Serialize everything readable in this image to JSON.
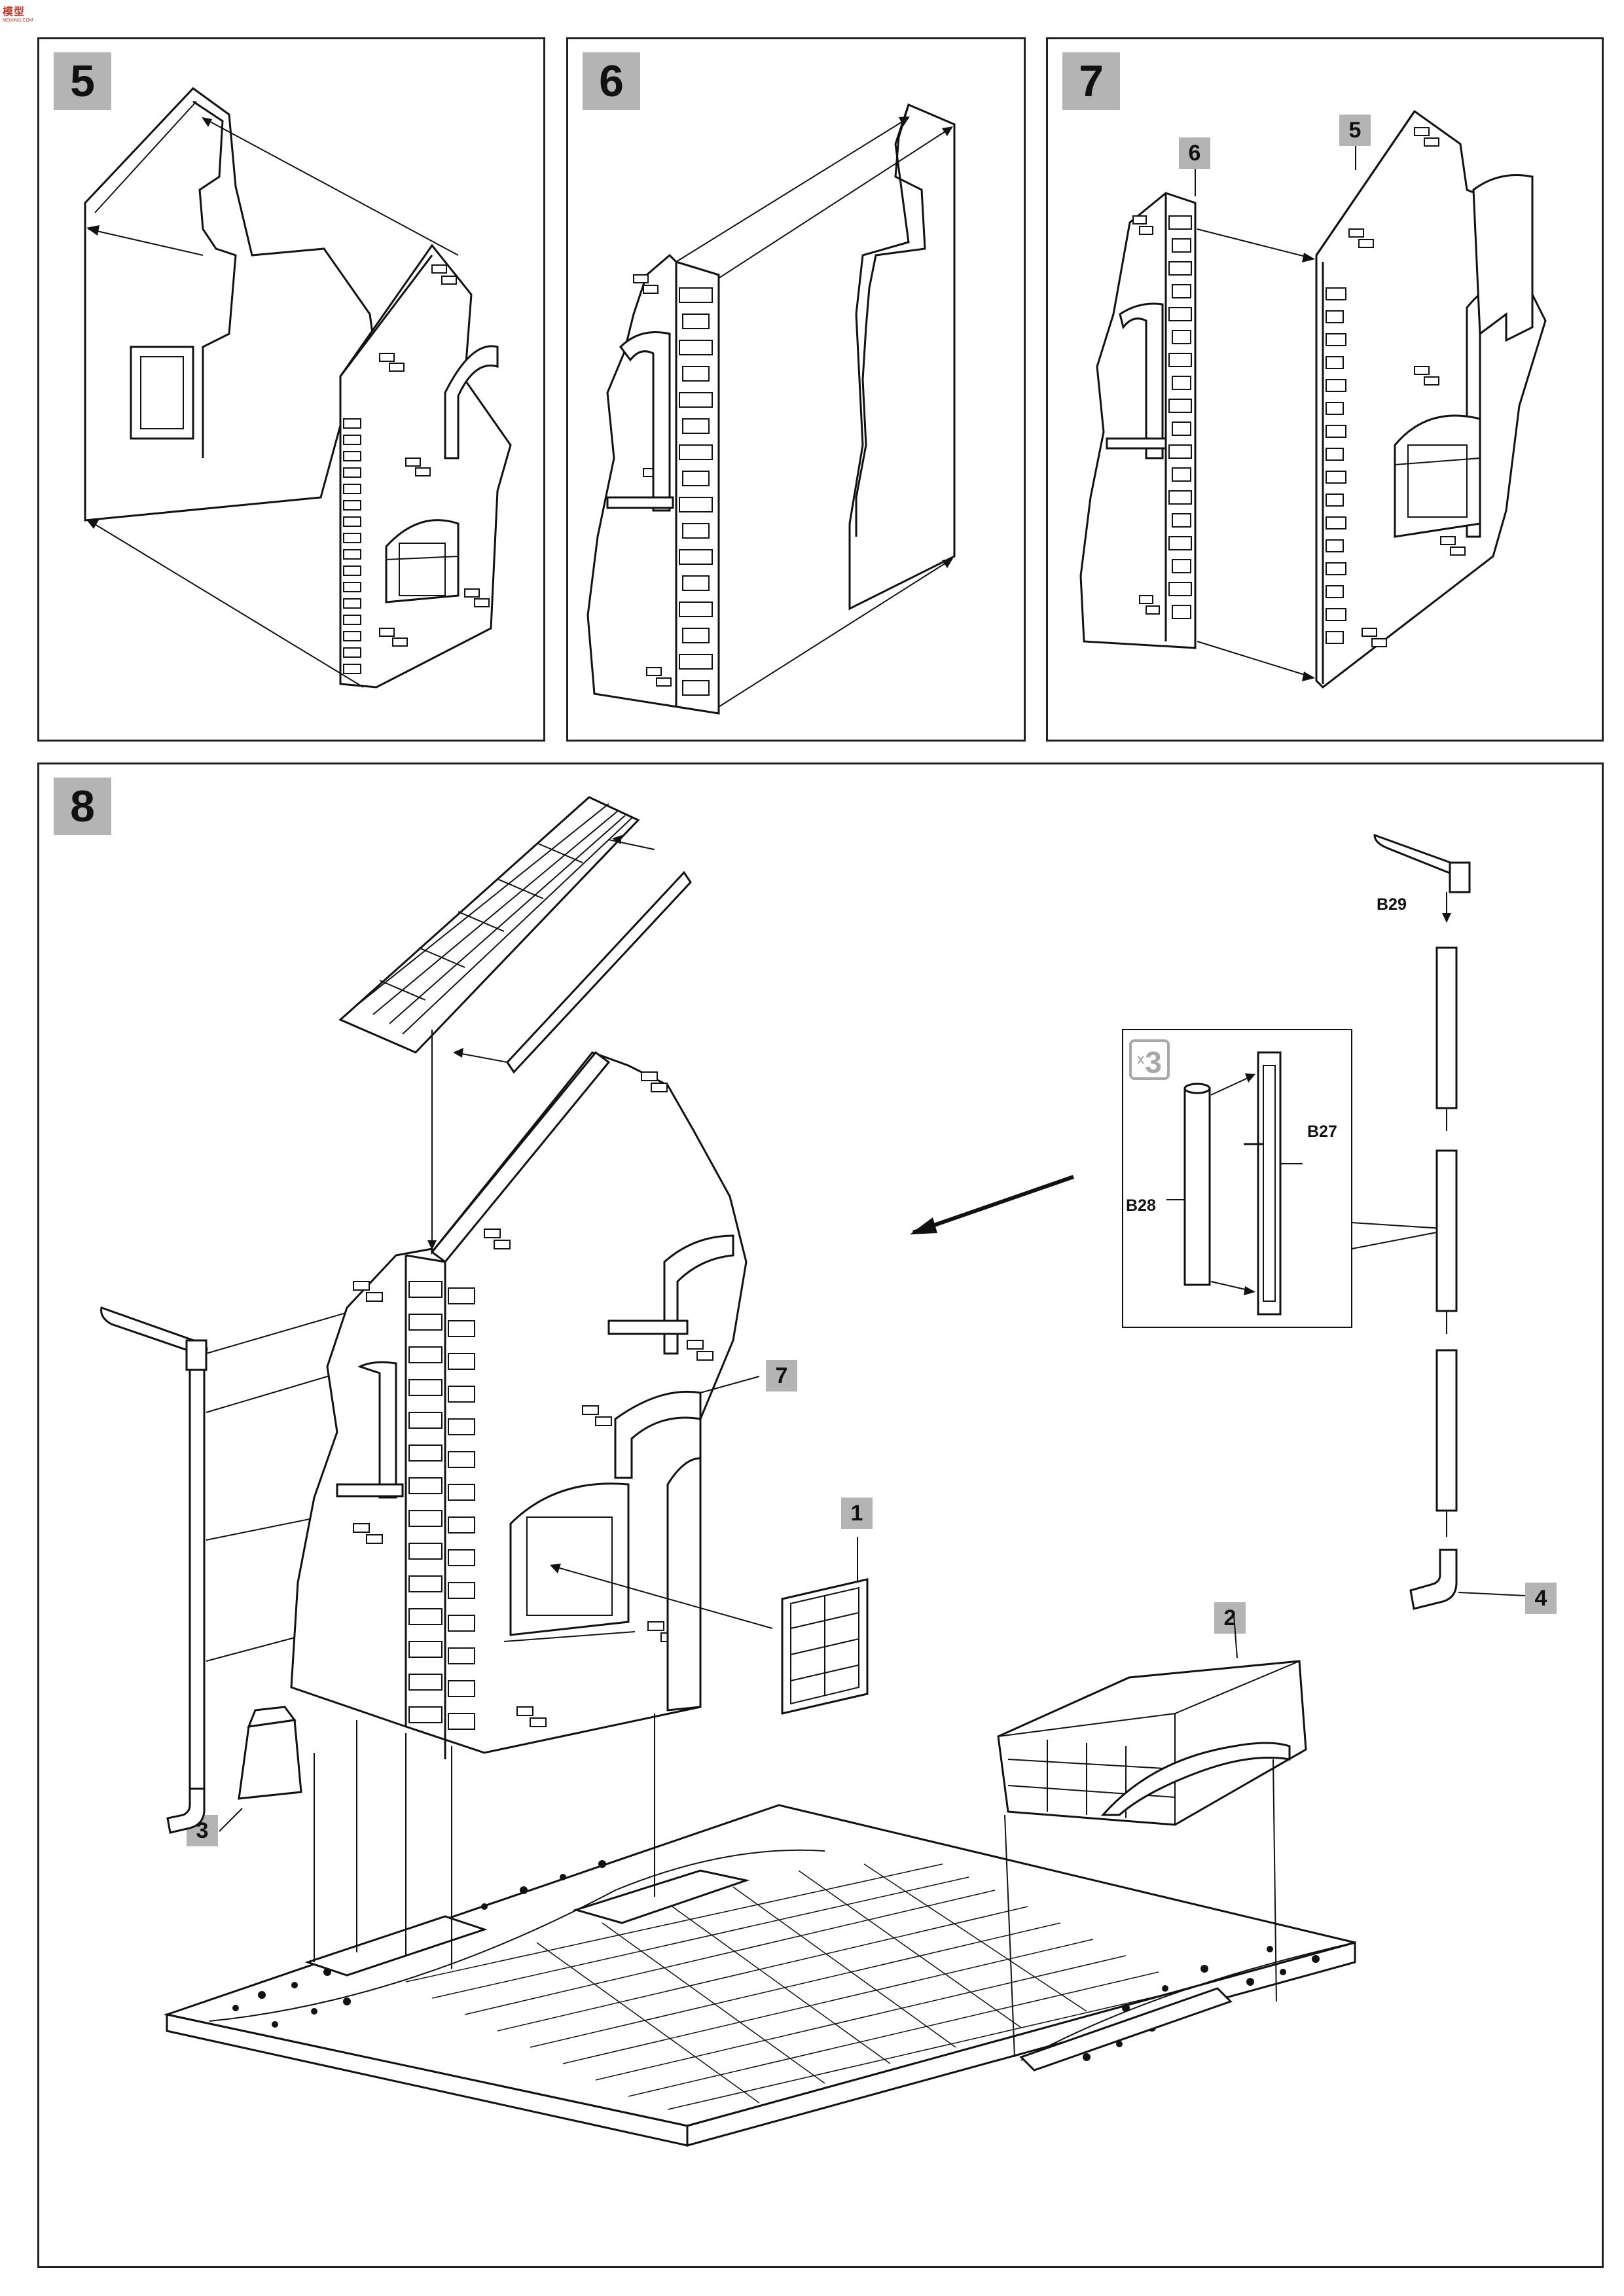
{
  "header": {
    "logo_text": "模型",
    "logo_sub": "MOXING.COM"
  },
  "steps": [
    {
      "number": "5"
    },
    {
      "number": "6"
    },
    {
      "number": "7",
      "callouts": [
        "6",
        "5"
      ]
    },
    {
      "number": "8"
    }
  ],
  "step8": {
    "callouts": [
      "7",
      "1",
      "2",
      "3",
      "4"
    ],
    "parts": [
      "B29",
      "B27",
      "B28"
    ],
    "inset": {
      "multiplier": "x",
      "count": "3"
    }
  }
}
